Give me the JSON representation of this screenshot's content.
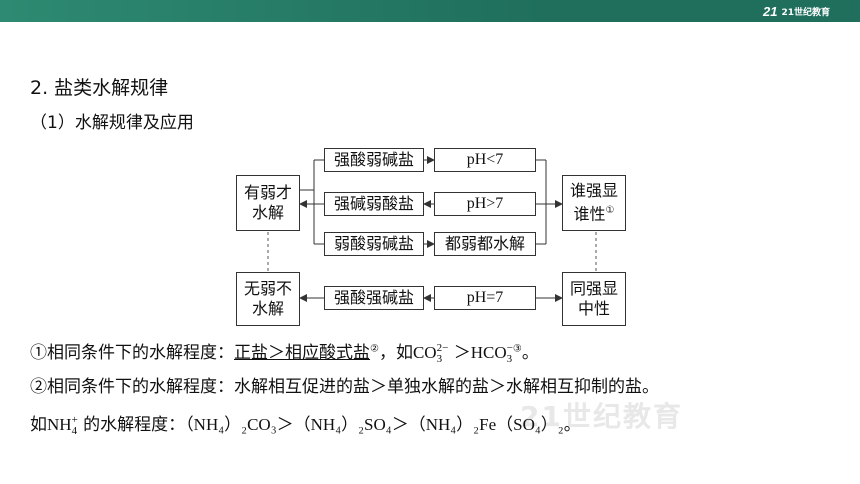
{
  "header": {
    "brand_mark": "21",
    "brand_text": "21世纪教育"
  },
  "section": {
    "title": "2.  盐类水解规律",
    "subtitle": "（1）水解规律及应用"
  },
  "diagram": {
    "left_top": [
      "有弱才",
      "水解"
    ],
    "left_bottom": [
      "无弱不",
      "水解"
    ],
    "mid": [
      "强酸弱碱盐",
      "强碱弱酸盐",
      "弱酸弱碱盐",
      "强酸强碱盐"
    ],
    "ph": [
      "pH<7",
      "pH>7",
      "都弱都水解",
      "pH=7"
    ],
    "right_top": [
      "谁强显",
      "谁性",
      "①"
    ],
    "right_bottom": [
      "同强显",
      "中性"
    ]
  },
  "notes": {
    "line1_prefix": "①相同条件下的水解程度：",
    "line1_underlined": "正盐＞相应酸式盐",
    "line1_circ": "②",
    "line1_mid": "，如",
    "line1_c1": "CO",
    "line1_c1_sub": "3",
    "line1_c1_sup": "2−",
    "line1_gt": " ＞",
    "line1_c2": "HCO",
    "line1_c2_sub": "3",
    "line1_c2_sup": "−",
    "line1_circ2": "③",
    "line1_end": "。",
    "line2": "②相同条件下的水解程度：水解相互促进的盐＞单独水解的盐＞水解相互抑制的盐。",
    "line3_prefix": "如",
    "line3_ion": "NH",
    "line3_ion_sub": "4",
    "line3_ion_sup": "+",
    "line3_text": " 的水解程度：",
    "line3_formula": "（NH₄）₂CO₃＞（NH₄）₂SO₄＞（NH₄）₂Fe（SO₄）₂。"
  }
}
